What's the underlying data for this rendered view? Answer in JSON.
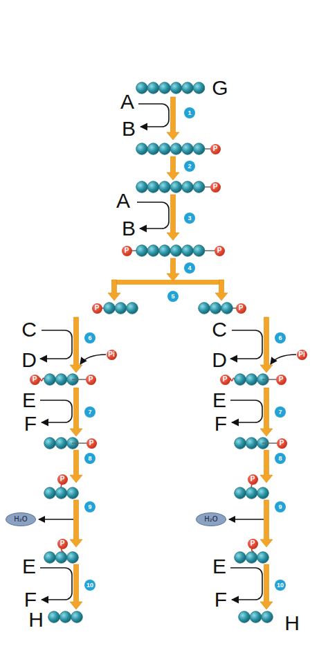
{
  "diagram": {
    "nodes": [
      {
        "text": [
          "1"
        ]
      },
      {
        "text": [
          "P"
        ]
      },
      {
        "text": [
          "2"
        ]
      },
      {
        "text": [
          "P"
        ]
      },
      {
        "text": [
          "3"
        ]
      },
      {
        "text": [
          "P"
        ]
      },
      {
        "text": [
          "P"
        ]
      },
      {
        "text": [
          "4"
        ]
      },
      {
        "text": [
          "5"
        ]
      },
      {
        "text": [
          "P"
        ]
      },
      {
        "text": [
          "P"
        ]
      },
      {
        "text": [
          "6"
        ]
      },
      {
        "text": [
          "6"
        ]
      },
      {
        "text": [
          "Pi"
        ]
      },
      {
        "text": [
          "Pi"
        ]
      },
      {
        "text": [
          "P"
        ]
      },
      {
        "text": [
          "P"
        ]
      },
      {
        "text": [
          "P"
        ]
      },
      {
        "text": [
          "P"
        ]
      },
      {
        "text": [
          "7"
        ]
      },
      {
        "text": [
          "7"
        ]
      },
      {
        "text": [
          "P"
        ]
      },
      {
        "text": [
          "P"
        ]
      },
      {
        "text": [
          "8"
        ]
      },
      {
        "text": [
          "8"
        ]
      },
      {
        "text": [
          "P"
        ]
      },
      {
        "text": [
          "P"
        ]
      },
      {
        "text": [
          "9"
        ]
      },
      {
        "text": [
          "H₂O"
        ]
      },
      {
        "text": [
          "9"
        ]
      },
      {
        "text": [
          "H₂O"
        ]
      },
      {
        "text": [
          "P"
        ]
      },
      {
        "text": [
          "P"
        ]
      },
      {
        "text": [
          "10"
        ]
      },
      {
        "text": [
          "10"
        ]
      }
    ],
    "labels": [
      "G",
      "A",
      "B",
      "A",
      "B",
      "C",
      "D",
      "C",
      "D",
      "E",
      "F",
      "E",
      "F",
      "E",
      "F",
      "E",
      "F",
      "H",
      "H"
    ]
  }
}
